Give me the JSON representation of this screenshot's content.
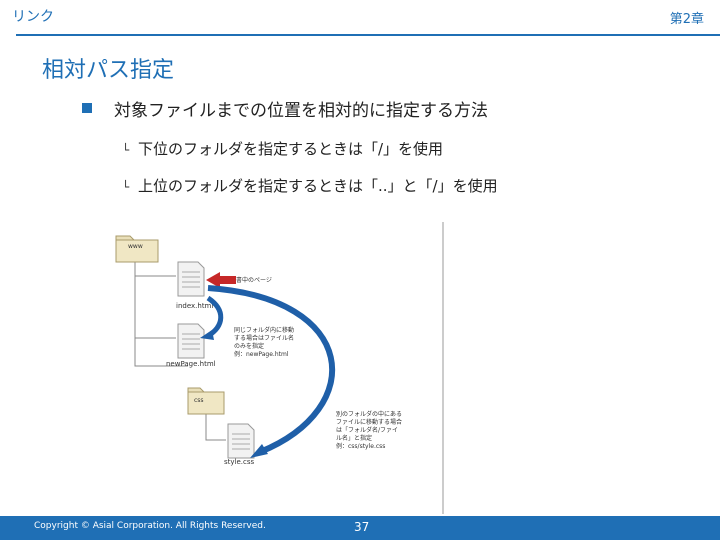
{
  "header": {
    "left": "リンク",
    "right": "第2章"
  },
  "title": "相対パス指定",
  "bullet": "対象ファイルまでの位置を相対的に指定する方法",
  "subs": [
    "下位のフォルダを指定するときは「/」を使用",
    "上位のフォルダを指定するときは「..」と「/」を使用"
  ],
  "sub_mark": "└",
  "figure": {
    "root_folder": "www",
    "file_index": "index.html",
    "file_newpage": "newPage.html",
    "folder_css": "css",
    "file_style": "style.css",
    "note_current": "書中のページ",
    "note_same": [
      "同じフォルダ内に移動",
      "する場合はファイル名",
      "のみを指定",
      "例：newPage.html"
    ],
    "note_sub": [
      "別のフォルダの中にある",
      "ファイルに移動する場合",
      "は「フォルダ名/ファイ",
      "ル名」と指定",
      "例：css/style.css"
    ]
  },
  "footer": {
    "copyright": "Copyright © Asial Corporation. All Rights Reserved.",
    "page": "37"
  }
}
